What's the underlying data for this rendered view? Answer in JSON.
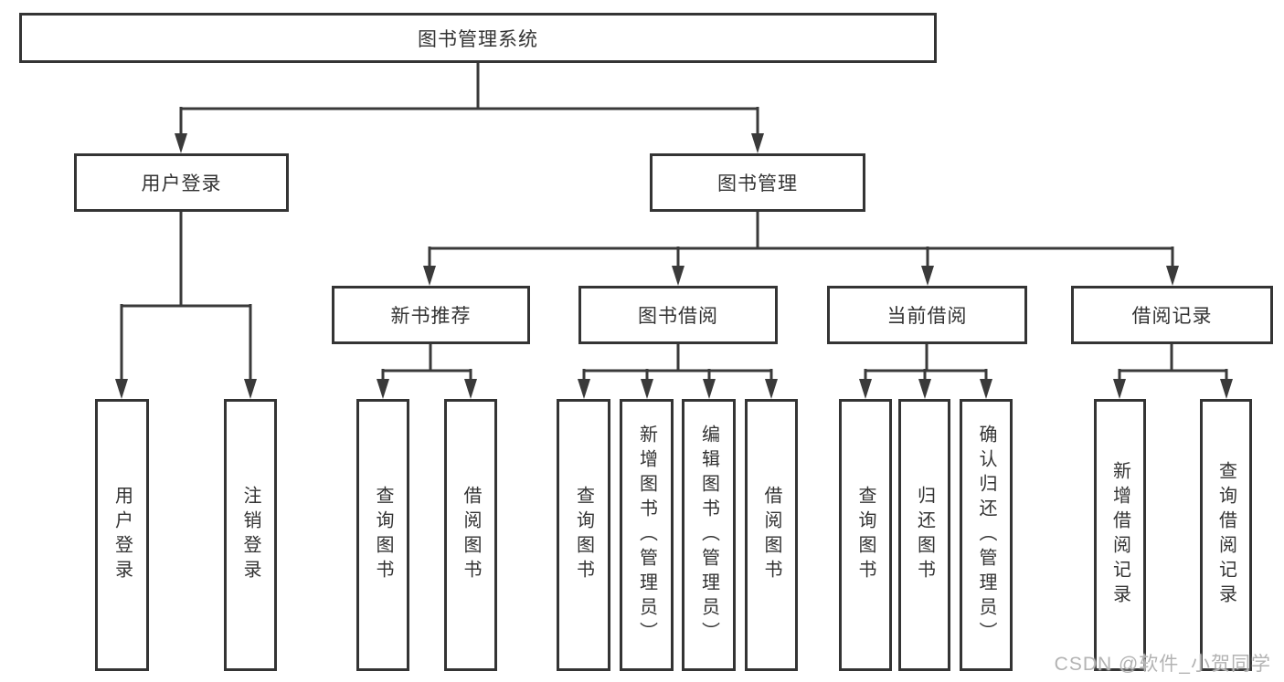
{
  "nodes": {
    "root": "图书管理系统",
    "user_login": "用户登录",
    "book_mgmt": "图书管理",
    "new_book_rec": "新书推荐",
    "book_borrow": "图书借阅",
    "current_borrow": "当前借阅",
    "borrow_records": "借阅记录",
    "leaf_user_login": "用户登录",
    "leaf_logout": "注销登录",
    "leaf_query_book_rec": "查询图书",
    "leaf_borrow_book_rec": "借阅图书",
    "leaf_query_book_borrow": "查询图书",
    "leaf_add_book_admin": "新增图书（管理员）",
    "leaf_edit_book_admin": "编辑图书（管理员）",
    "leaf_borrow_book_borrow": "借阅图书",
    "leaf_query_book_current": "查询图书",
    "leaf_return_book": "归还图书",
    "leaf_confirm_return_admin": "确认归还（管理员）",
    "leaf_add_borrow_record": "新增借阅记录",
    "leaf_query_borrow_record": "查询借阅记录"
  },
  "hierarchy": {
    "root": [
      "user_login",
      "book_mgmt"
    ],
    "user_login": [
      "leaf_user_login",
      "leaf_logout"
    ],
    "book_mgmt": [
      "new_book_rec",
      "book_borrow",
      "current_borrow",
      "borrow_records"
    ],
    "new_book_rec": [
      "leaf_query_book_rec",
      "leaf_borrow_book_rec"
    ],
    "book_borrow": [
      "leaf_query_book_borrow",
      "leaf_add_book_admin",
      "leaf_edit_book_admin",
      "leaf_borrow_book_borrow"
    ],
    "current_borrow": [
      "leaf_query_book_current",
      "leaf_return_book",
      "leaf_confirm_return_admin"
    ],
    "borrow_records": [
      "leaf_add_borrow_record",
      "leaf_query_borrow_record"
    ]
  },
  "watermark": "CSDN @软件_小贺同学",
  "colors": {
    "line": "#3a3a3a",
    "border": "#343434",
    "text": "#333333",
    "background": "#ffffff",
    "watermark": "#b3b3b3"
  }
}
